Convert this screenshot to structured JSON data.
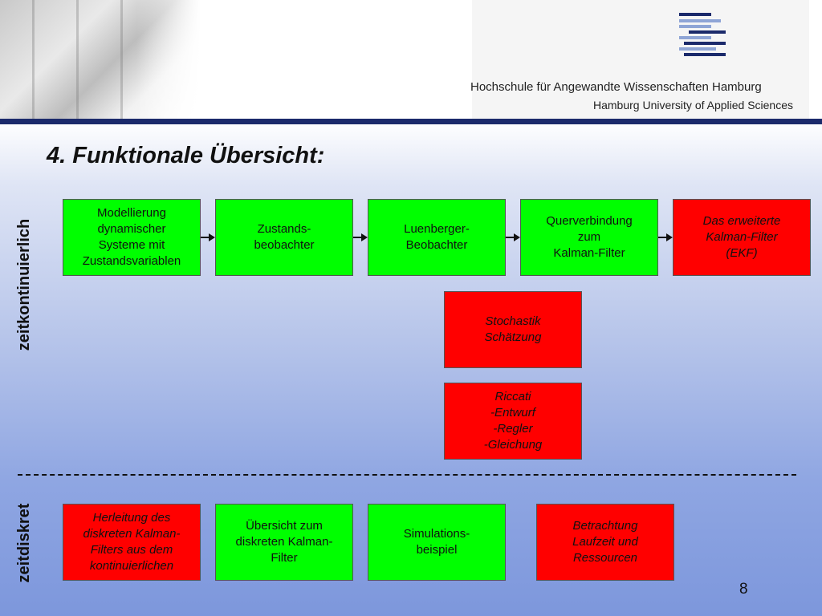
{
  "header": {
    "institution_de": "Hochschule für Angewandte Wissenschaften Hamburg",
    "institution_en": "Hamburg University of Applied Sciences",
    "logo_icon": "haw-hamburg-logo-icon"
  },
  "title": "4. Funktionale Übersicht:",
  "labels": {
    "continuous": "zeitkontinuierlich",
    "discrete": "zeitdiskret"
  },
  "continuous_boxes": [
    {
      "text": "Modellierung\ndynamischer\nSysteme mit\nZustandsvariablen",
      "color": "#00ff00"
    },
    {
      "text": "Zustands-\nbeobachter",
      "color": "#00ff00"
    },
    {
      "text": "Luenberger-\nBeobachter",
      "color": "#00ff00"
    },
    {
      "text": "Querverbindung\nzum\nKalman-Filter",
      "color": "#00ff00"
    },
    {
      "text": "Das erweiterte\nKalman-Filter\n(EKF)",
      "color": "#ff0000"
    }
  ],
  "stochastic_box": {
    "text": "Stochastik\nSchätzung",
    "color": "#ff0000"
  },
  "riccati_box": {
    "text": "Riccati\n-Entwurf\n-Regler\n-Gleichung",
    "color": "#ff0000"
  },
  "discrete_boxes": [
    {
      "text": "Herleitung des\ndiskreten Kalman-\nFilters aus dem\nkontinuierlichen",
      "color": "#ff0000"
    },
    {
      "text": "Übersicht zum\ndiskreten Kalman-\nFilter",
      "color": "#00ff00"
    },
    {
      "text": "Simulations-\nbeispiel",
      "color": "#00ff00"
    },
    {
      "text": "Betrachtung\nLaufzeit und\nRessourcen",
      "color": "#ff0000"
    }
  ],
  "page_number": "8"
}
